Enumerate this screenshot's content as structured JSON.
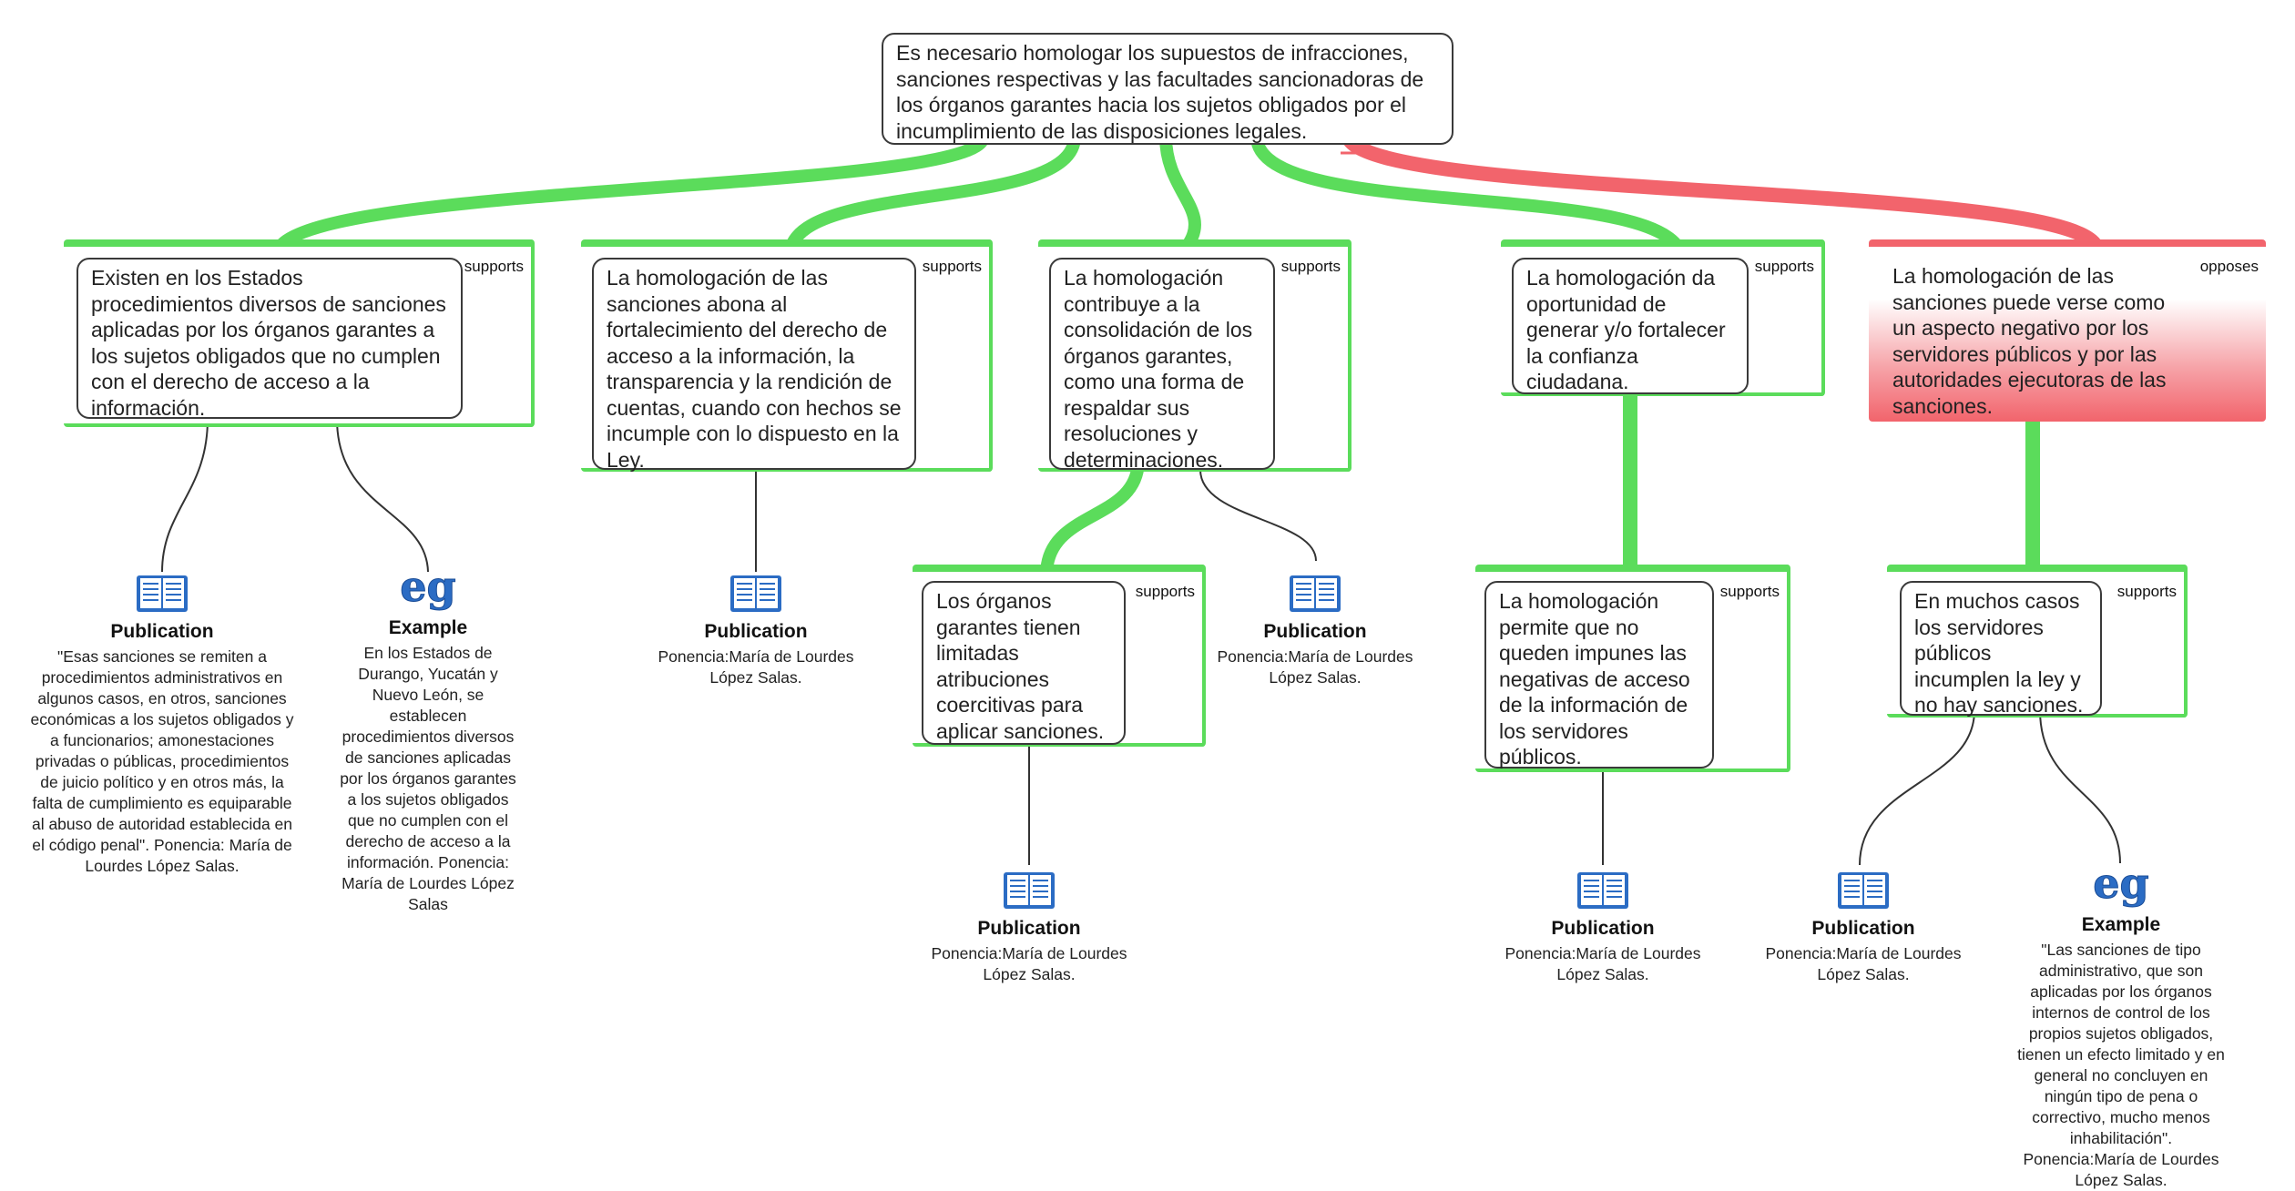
{
  "root": {
    "text": "Es necesario homologar los supuestos de infracciones, sanciones respectivas y las facultades sancionadoras de los órganos garantes hacia los sujetos obligados por el incumplimiento de las disposiciones legales."
  },
  "tags": {
    "supports": "supports",
    "opposes": "opposes"
  },
  "args": [
    {
      "text": "Existen en los Estados procedimientos diversos de sanciones aplicadas por los órganos garantes a los sujetos obligados que no cumplen con el derecho de acceso a la información.",
      "type": "supports"
    },
    {
      "text": "La homologación de las sanciones abona al fortalecimiento del derecho de acceso a la información, la transparencia y la rendición de cuentas, cuando con hechos se incumple con lo dispuesto en la Ley.",
      "type": "supports"
    },
    {
      "text": "La homologación contribuye a la consolidación de los órganos garantes, como una forma de respaldar sus resoluciones y determinaciones.",
      "type": "supports"
    },
    {
      "text": "La homologación da oportunidad de generar y/o fortalecer la confianza ciudadana.",
      "type": "supports"
    },
    {
      "text": "La homologación de las sanciones puede verse como un aspecto negativo por los servidores públicos y por las autoridades ejecutoras de las sanciones.",
      "type": "opposes"
    },
    {
      "text": "Los órganos garantes tienen limitadas atribuciones coercitivas para aplicar sanciones.",
      "type": "supports"
    },
    {
      "text": "La homologación permite que no queden impunes las negativas de acceso de la información de los servidores públicos.",
      "type": "supports"
    },
    {
      "text": "En muchos casos los servidores públicos incumplen la ley y no hay sanciones.",
      "type": "supports"
    }
  ],
  "resources": [
    {
      "kind": "publication-icon",
      "title": "Publication",
      "desc": "\"Esas sanciones se remiten a procedimientos administrativos en algunos casos, en otros, sanciones económicas a los sujetos obligados y a funcionarios; amonestaciones privadas o públicas, procedimientos de juicio político y en otros más, la falta de cumplimiento es equiparable al abuso de autoridad establecida en el código penal\". Ponencia: María de Lourdes López Salas."
    },
    {
      "kind": "example-icon",
      "title": "Example",
      "desc": "En los Estados de Durango, Yucatán y Nuevo León,  se establecen procedimientos diversos de sanciones aplicadas por los órganos garantes a los sujetos obligados que no cumplen con el derecho de acceso a la información. Ponencia: María de Lourdes López Salas"
    },
    {
      "kind": "publication-icon",
      "title": "Publication",
      "desc": "Ponencia:María de Lourdes López Salas."
    },
    {
      "kind": "publication-icon",
      "title": "Publication",
      "desc": "Ponencia:María de Lourdes López Salas."
    },
    {
      "kind": "publication-icon",
      "title": "Publication",
      "desc": "Ponencia:María de Lourdes López Salas."
    },
    {
      "kind": "publication-icon",
      "title": "Publication",
      "desc": "Ponencia:María de Lourdes López Salas."
    },
    {
      "kind": "publication-icon",
      "title": "Publication",
      "desc": "Ponencia:María de Lourdes López Salas."
    },
    {
      "kind": "example-icon",
      "title": "Example",
      "desc": "\"Las sanciones de tipo administrativo, que son aplicadas por los órganos internos de control de los propios sujetos obligados, tienen un efecto limitado y en general no concluyen en ningún tipo de pena o correctivo, mucho menos inhabilitación\". Ponencia:María de Lourdes López Salas."
    }
  ],
  "colors": {
    "supports": "#5bdc5b",
    "opposes": "#f2646c",
    "icon_blue": "#2b6cc4"
  }
}
